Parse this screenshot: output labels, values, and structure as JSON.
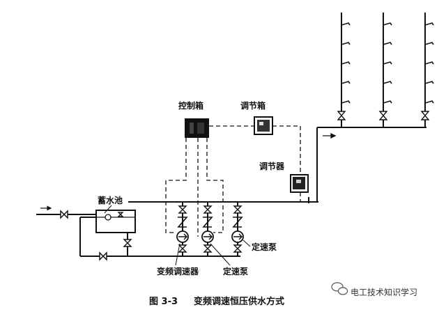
{
  "labels": {
    "control_box": "控制箱",
    "regulating_box": "调节箱",
    "regulator": "调节器",
    "storage_tank": "蓄水池",
    "vfd": "变频调速器",
    "fixed_pump_bottom": "定速泵",
    "fixed_pump_right": "定速泵"
  },
  "caption": {
    "figure_no": "图 3-3",
    "title": "变频调速恒压供水方式"
  },
  "watermark": "电工技术知识学习"
}
